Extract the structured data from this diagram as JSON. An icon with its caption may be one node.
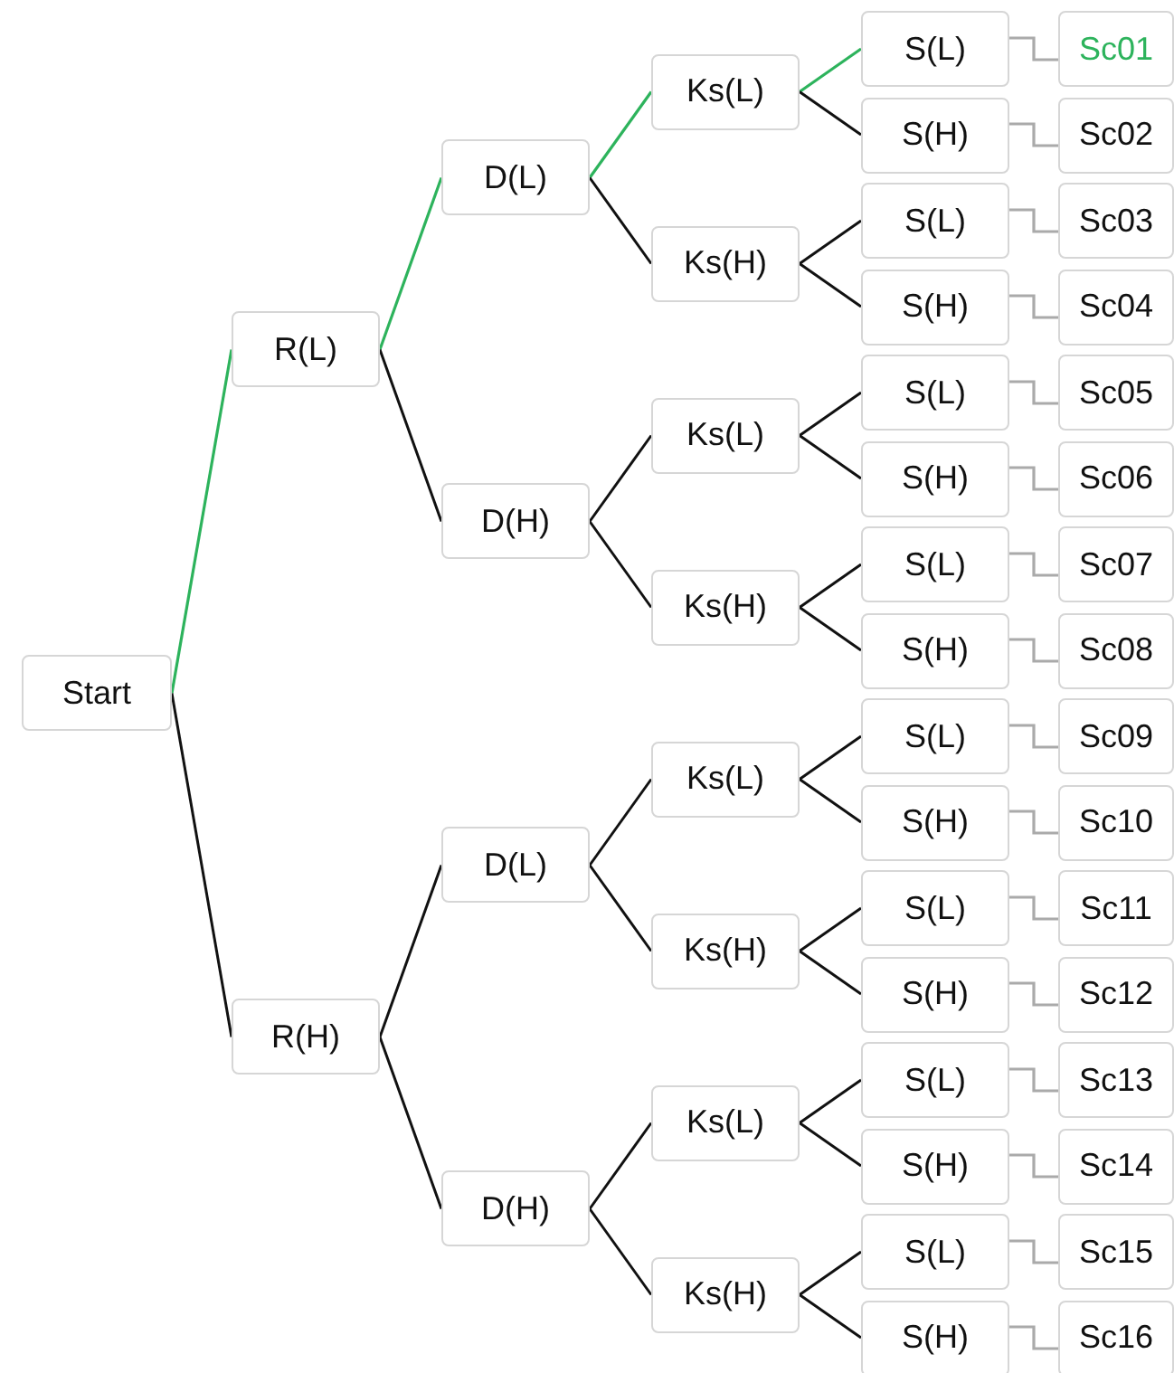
{
  "diagram": {
    "nodes": [
      {
        "text": [
          "Start"
        ]
      },
      {
        "text": [
          "R(L)"
        ]
      },
      {
        "text": [
          "D(L)"
        ]
      },
      {
        "text": [
          "Ks(L)"
        ]
      },
      {
        "text": [
          "S(L)"
        ]
      },
      {
        "text": [
          "Sc01"
        ]
      },
      {
        "text": [
          "S(H)"
        ]
      },
      {
        "text": [
          "Sc02"
        ]
      },
      {
        "text": [
          "Ks(H)"
        ]
      },
      {
        "text": [
          "S(L)"
        ]
      },
      {
        "text": [
          "Sc03"
        ]
      },
      {
        "text": [
          "S(H)"
        ]
      },
      {
        "text": [
          "Sc04"
        ]
      },
      {
        "text": [
          "D(H)"
        ]
      },
      {
        "text": [
          "Ks(L)"
        ]
      },
      {
        "text": [
          "S(L)"
        ]
      },
      {
        "text": [
          "Sc05"
        ]
      },
      {
        "text": [
          "S(H)"
        ]
      },
      {
        "text": [
          "Sc06"
        ]
      },
      {
        "text": [
          "Ks(H)"
        ]
      },
      {
        "text": [
          "S(L)"
        ]
      },
      {
        "text": [
          "Sc07"
        ]
      },
      {
        "text": [
          "S(H)"
        ]
      },
      {
        "text": [
          "Sc08"
        ]
      },
      {
        "text": [
          "R(H)"
        ]
      },
      {
        "text": [
          "D(L)"
        ]
      },
      {
        "text": [
          "Ks(L)"
        ]
      },
      {
        "text": [
          "S(L)"
        ]
      },
      {
        "text": [
          "Sc09"
        ]
      },
      {
        "text": [
          "S(H)"
        ]
      },
      {
        "text": [
          "Sc10"
        ]
      },
      {
        "text": [
          "Ks(H)"
        ]
      },
      {
        "text": [
          "S(L)"
        ]
      },
      {
        "text": [
          "Sc11"
        ]
      },
      {
        "text": [
          "S(H)"
        ]
      },
      {
        "text": [
          "Sc12"
        ]
      },
      {
        "text": [
          "D(H)"
        ]
      },
      {
        "text": [
          "Ks(L)"
        ]
      },
      {
        "text": [
          "S(L)"
        ]
      },
      {
        "text": [
          "Sc13"
        ]
      },
      {
        "text": [
          "S(H)"
        ]
      },
      {
        "text": [
          "Sc14"
        ]
      },
      {
        "text": [
          "Ks(H)"
        ]
      },
      {
        "text": [
          "S(L)"
        ]
      },
      {
        "text": [
          "Sc15"
        ]
      },
      {
        "text": [
          "S(H)"
        ]
      },
      {
        "text": [
          "Sc16"
        ]
      }
    ],
    "edges": [
      {
        "from": 0,
        "to": 1,
        "arrow": "none",
        "color": "#2db35c"
      },
      {
        "from": 0,
        "to": 24,
        "arrow": "none"
      },
      {
        "from": 1,
        "to": 2,
        "arrow": "none",
        "color": "#2db35c"
      },
      {
        "from": 1,
        "to": 13,
        "arrow": "none"
      },
      {
        "from": 2,
        "to": 3,
        "arrow": "none",
        "color": "#2db35c"
      },
      {
        "from": 2,
        "to": 8,
        "arrow": "none"
      },
      {
        "from": 3,
        "to": 4,
        "arrow": "none",
        "color": "#2db35c"
      },
      {
        "from": 3,
        "to": 6,
        "arrow": "none"
      },
      {
        "from": 4,
        "to": 5,
        "arrow": "none",
        "color": "#aaaaaa"
      },
      {
        "from": 6,
        "to": 7,
        "arrow": "none",
        "color": "#aaaaaa"
      },
      {
        "from": 8,
        "to": 9,
        "arrow": "none"
      },
      {
        "from": 8,
        "to": 11,
        "arrow": "none"
      },
      {
        "from": 9,
        "to": 10,
        "arrow": "none",
        "color": "#aaaaaa"
      },
      {
        "from": 11,
        "to": 12,
        "arrow": "none",
        "color": "#aaaaaa"
      },
      {
        "from": 13,
        "to": 14,
        "arrow": "none"
      },
      {
        "from": 13,
        "to": 19,
        "arrow": "none"
      },
      {
        "from": 14,
        "to": 15,
        "arrow": "none"
      },
      {
        "from": 14,
        "to": 17,
        "arrow": "none"
      },
      {
        "from": 15,
        "to": 16,
        "arrow": "none",
        "color": "#aaaaaa"
      },
      {
        "from": 17,
        "to": 18,
        "arrow": "none",
        "color": "#aaaaaa"
      },
      {
        "from": 19,
        "to": 20,
        "arrow": "none"
      },
      {
        "from": 19,
        "to": 22,
        "arrow": "none"
      },
      {
        "from": 20,
        "to": 21,
        "arrow": "none",
        "color": "#aaaaaa"
      },
      {
        "from": 22,
        "to": 23,
        "arrow": "none",
        "color": "#aaaaaa"
      },
      {
        "from": 24,
        "to": 25,
        "arrow": "none"
      },
      {
        "from": 24,
        "to": 36,
        "arrow": "none"
      },
      {
        "from": 25,
        "to": 26,
        "arrow": "none"
      },
      {
        "from": 25,
        "to": 31,
        "arrow": "none"
      },
      {
        "from": 26,
        "to": 27,
        "arrow": "none"
      },
      {
        "from": 26,
        "to": 29,
        "arrow": "none"
      },
      {
        "from": 27,
        "to": 28,
        "arrow": "none",
        "color": "#aaaaaa"
      },
      {
        "from": 29,
        "to": 30,
        "arrow": "none",
        "color": "#aaaaaa"
      },
      {
        "from": 31,
        "to": 32,
        "arrow": "none"
      },
      {
        "from": 31,
        "to": 34,
        "arrow": "none"
      },
      {
        "from": 32,
        "to": 33,
        "arrow": "none",
        "color": "#aaaaaa"
      },
      {
        "from": 34,
        "to": 35,
        "arrow": "none",
        "color": "#aaaaaa"
      },
      {
        "from": 36,
        "to": 37,
        "arrow": "none"
      },
      {
        "from": 36,
        "to": 42,
        "arrow": "none"
      },
      {
        "from": 37,
        "to": 38,
        "arrow": "none"
      },
      {
        "from": 37,
        "to": 40,
        "arrow": "none"
      },
      {
        "from": 38,
        "to": 39,
        "arrow": "none",
        "color": "#aaaaaa"
      },
      {
        "from": 40,
        "to": 41,
        "arrow": "none",
        "color": "#aaaaaa"
      },
      {
        "from": 42,
        "to": 43,
        "arrow": "none"
      },
      {
        "from": 42,
        "to": 45,
        "arrow": "none"
      },
      {
        "from": 43,
        "to": 44,
        "arrow": "none",
        "color": "#aaaaaa"
      },
      {
        "from": 45,
        "to": 46,
        "arrow": "none",
        "color": "#aaaaaa"
      }
    ]
  }
}
